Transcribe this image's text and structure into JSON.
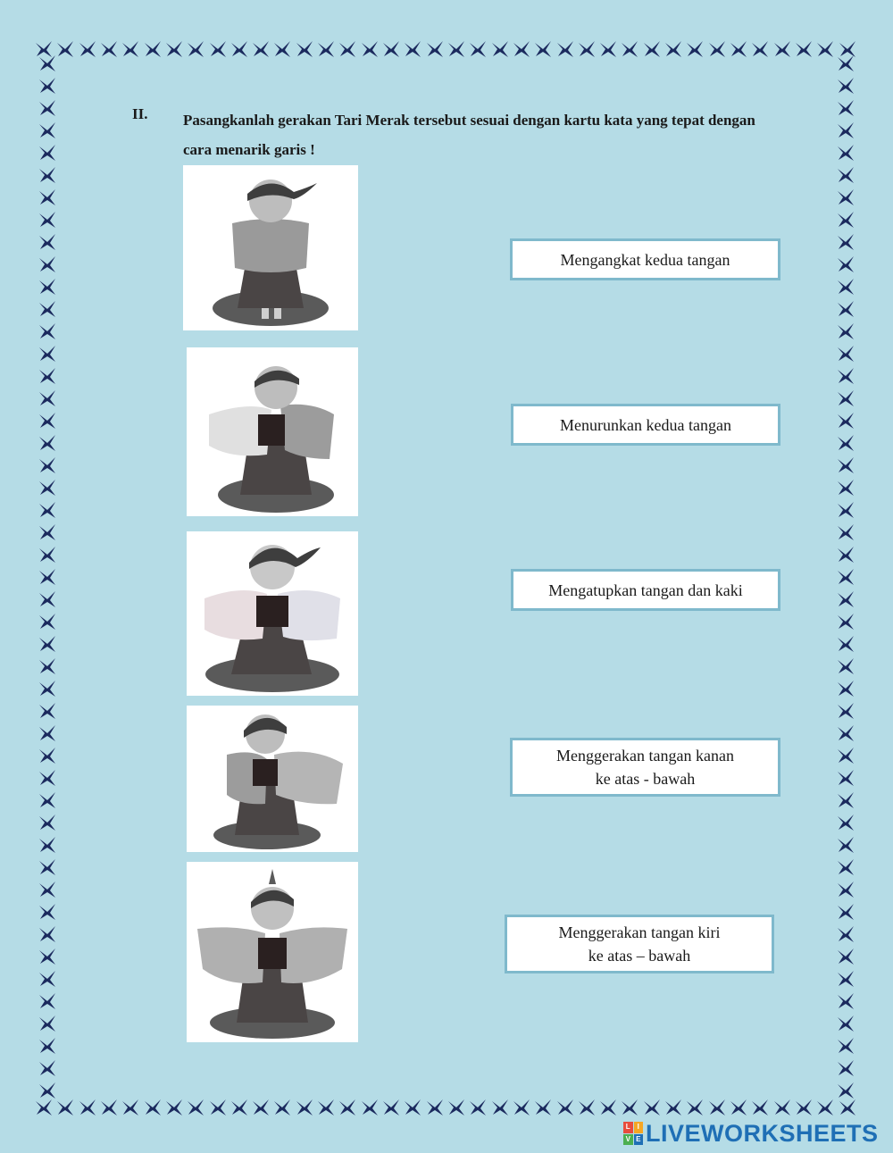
{
  "question": {
    "number": "II.",
    "text": "Pasangkanlah  gerakan Tari Merak tersebut sesuai dengan kartu kata yang tepat dengan cara menarik garis !"
  },
  "photos": [
    {
      "icon": "dancer-hands-clasped-image"
    },
    {
      "icon": "dancer-right-wing-image"
    },
    {
      "icon": "dancer-both-wings-image"
    },
    {
      "icon": "dancer-left-wing-image"
    },
    {
      "icon": "dancer-arms-raised-image"
    }
  ],
  "cards": [
    {
      "line1": "Mengangkat kedua tangan",
      "line2": ""
    },
    {
      "line1": "Menurunkan kedua tangan",
      "line2": ""
    },
    {
      "line1": "Mengatupkan tangan dan kaki",
      "line2": ""
    },
    {
      "line1": "Menggerakan tangan kanan",
      "line2": "ke atas - bawah"
    },
    {
      "line1": "Menggerakan tangan kiri",
      "line2": "ke atas – bawah"
    }
  ],
  "watermark": {
    "text": "LIVEWORKSHEETS",
    "logo_letters": [
      "L",
      "I",
      "V",
      "E"
    ]
  },
  "colors": {
    "background": "#b5dce6",
    "border_birds": "#1b2a5e",
    "card_border": "#7fb9cc",
    "watermark": "#1f6fb5"
  }
}
